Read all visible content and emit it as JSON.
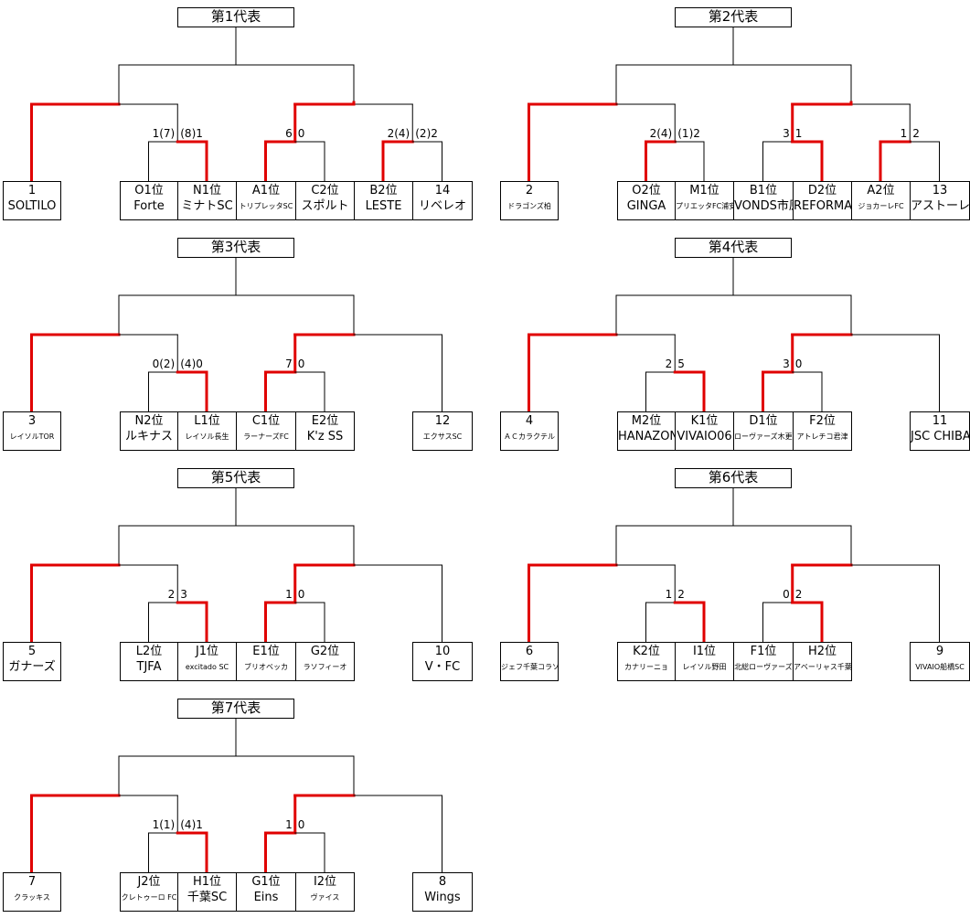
{
  "colors": {
    "line": "#000000",
    "winner": "#e00000"
  },
  "brackets": [
    {
      "title": "第1代表",
      "teams": [
        {
          "top": "1",
          "bottom": "SOLTILO",
          "small": false
        },
        {
          "top": "O1位",
          "bottom": "Forte",
          "small": false
        },
        {
          "top": "N1位",
          "bottom": "ミナトSC",
          "small": false
        },
        {
          "top": "A1位",
          "bottom": "トリプレッタSC",
          "small": true
        },
        {
          "top": "C2位",
          "bottom": "スポルト",
          "small": false
        },
        {
          "top": "B2位",
          "bottom": "LESTE",
          "small": false
        },
        {
          "top": "14",
          "bottom": "リベレオ",
          "small": false
        }
      ],
      "scores": [
        {
          "left": "1(7)",
          "right": "(8)1"
        },
        {
          "left": "6",
          "right": "0"
        },
        {
          "left": "2(4)",
          "right": "(2)2"
        }
      ],
      "winners": [
        "L",
        "R",
        "L",
        "L",
        "L",
        "R"
      ]
    },
    {
      "title": "第2代表",
      "teams": [
        {
          "top": "2",
          "bottom": "ドラゴンズ柏",
          "small": true
        },
        {
          "top": "O2位",
          "bottom": "GINGA",
          "small": false
        },
        {
          "top": "M1位",
          "bottom": "プリエッタFC浦安",
          "small": true
        },
        {
          "top": "B1位",
          "bottom": "VONDS市原",
          "small": false
        },
        {
          "top": "D2位",
          "bottom": "REFORMA",
          "small": false
        },
        {
          "top": "A2位",
          "bottom": "ジョカーレFC",
          "small": true
        },
        {
          "top": "13",
          "bottom": "アストーレ",
          "small": false
        }
      ],
      "scores": [
        {
          "left": "2(4)",
          "right": "(1)2"
        },
        {
          "left": "3",
          "right": "1"
        },
        {
          "left": "1",
          "right": "2"
        }
      ],
      "winners": [
        "L",
        "L",
        "L",
        "R",
        "L",
        "R"
      ]
    },
    {
      "title": "第3代表",
      "teams": [
        {
          "top": "3",
          "bottom": "レイソルTOR",
          "small": true
        },
        {
          "top": "N2位",
          "bottom": "ルキナス",
          "small": false
        },
        {
          "top": "L1位",
          "bottom": "レイソル長生",
          "small": true
        },
        {
          "top": "C1位",
          "bottom": "ラーナーズFC",
          "small": true
        },
        {
          "top": "E2位",
          "bottom": "K'z SS",
          "small": false
        },
        {
          "top": "12",
          "bottom": "エクサスSC",
          "small": true
        }
      ],
      "scores": [
        {
          "left": "0(2)",
          "right": "(4)0"
        },
        {
          "left": "7",
          "right": "0"
        }
      ],
      "winners": [
        "L",
        "R",
        "L",
        "L",
        "R"
      ]
    },
    {
      "title": "第4代表",
      "teams": [
        {
          "top": "4",
          "bottom": "ＡＣカラクテル",
          "small": true
        },
        {
          "top": "M2位",
          "bottom": "HANAZONO",
          "small": false
        },
        {
          "top": "K1位",
          "bottom": "VIVAIO06",
          "small": false
        },
        {
          "top": "D1位",
          "bottom": "ローヴァーズ木更津",
          "small": true
        },
        {
          "top": "F2位",
          "bottom": "アトレチコ君津",
          "small": true
        },
        {
          "top": "11",
          "bottom": "JSC CHIBA",
          "small": false
        }
      ],
      "scores": [
        {
          "left": "2",
          "right": "5"
        },
        {
          "left": "3",
          "right": "0"
        }
      ],
      "winners": [
        "L",
        "R",
        "L",
        "L",
        "R"
      ]
    },
    {
      "title": "第5代表",
      "teams": [
        {
          "top": "5",
          "bottom": "ガナーズ",
          "small": false
        },
        {
          "top": "L2位",
          "bottom": "TJFA",
          "small": false
        },
        {
          "top": "J1位",
          "bottom": "excitado SC",
          "small": true
        },
        {
          "top": "E1位",
          "bottom": "ブリオベッカ",
          "small": true
        },
        {
          "top": "G2位",
          "bottom": "ラソフィーオ",
          "small": true
        },
        {
          "top": "10",
          "bottom": "V・FC",
          "small": false
        }
      ],
      "scores": [
        {
          "left": "2",
          "right": "3"
        },
        {
          "left": "1",
          "right": "0"
        }
      ],
      "winners": [
        "L",
        "R",
        "L",
        "L",
        "R"
      ]
    },
    {
      "title": "第6代表",
      "teams": [
        {
          "top": "6",
          "bottom": "ジェフ千葉コラソン",
          "small": true
        },
        {
          "top": "K2位",
          "bottom": "カナリーニョ",
          "small": true
        },
        {
          "top": "I1位",
          "bottom": "レイソル野田",
          "small": true
        },
        {
          "top": "F1位",
          "bottom": "北総ローヴァーズ",
          "small": true
        },
        {
          "top": "H2位",
          "bottom": "アベーリャス千葉FC",
          "small": true
        },
        {
          "top": "9",
          "bottom": "VIVAIO船橋SC",
          "small": true
        }
      ],
      "scores": [
        {
          "left": "1",
          "right": "2"
        },
        {
          "left": "0",
          "right": "2"
        }
      ],
      "winners": [
        "L",
        "R",
        "L",
        "R",
        "R"
      ]
    },
    {
      "title": "第7代表",
      "teams": [
        {
          "top": "7",
          "bottom": "クラッキス",
          "small": true
        },
        {
          "top": "J2位",
          "bottom": "クレトゥーロ FC",
          "small": true
        },
        {
          "top": "H1位",
          "bottom": "千葉SC",
          "small": false
        },
        {
          "top": "G1位",
          "bottom": "Eins",
          "small": false
        },
        {
          "top": "I2位",
          "bottom": "ヴァイス",
          "small": true
        },
        {
          "top": "8",
          "bottom": "Wings",
          "small": false
        }
      ],
      "scores": [
        {
          "left": "1(1)",
          "right": "(4)1"
        },
        {
          "left": "1",
          "right": "0"
        }
      ],
      "winners": [
        "L",
        "R",
        "L",
        "L",
        "R"
      ]
    }
  ]
}
